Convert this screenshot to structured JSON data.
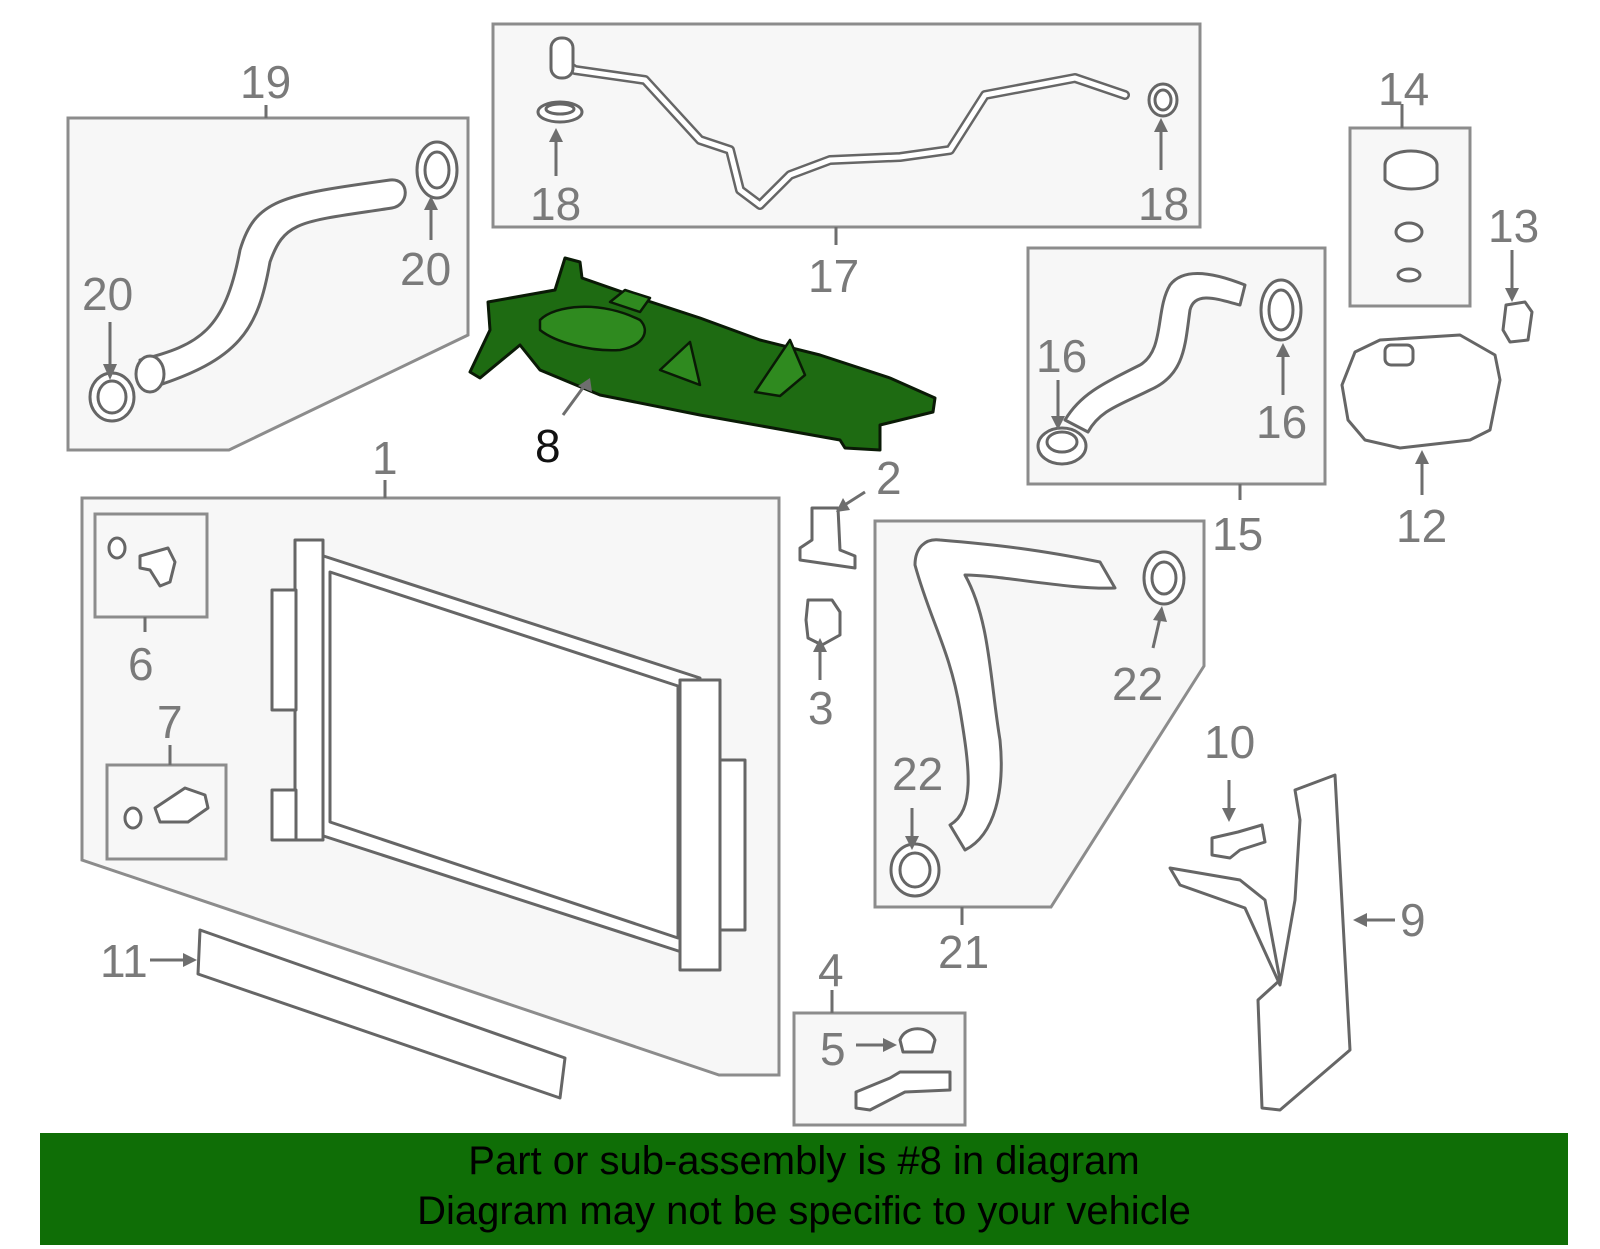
{
  "callouts": {
    "n1": "1",
    "n2": "2",
    "n3": "3",
    "n4": "4",
    "n5": "5",
    "n6": "6",
    "n7": "7",
    "n8": "8",
    "n9": "9",
    "n10": "10",
    "n11": "11",
    "n12": "12",
    "n13": "13",
    "n14": "14",
    "n15": "15",
    "n16": "16",
    "n17": "17",
    "n18": "18",
    "n19": "19",
    "n20": "20",
    "n21": "21",
    "n22": "22"
  },
  "highlighted_part": "8",
  "colors": {
    "highlight": "#1e6b12",
    "banner": "#0f6e06"
  },
  "banner": {
    "line1": "Part or sub-assembly is #8 in diagram",
    "line2": "Diagram may not be specific to your vehicle"
  }
}
